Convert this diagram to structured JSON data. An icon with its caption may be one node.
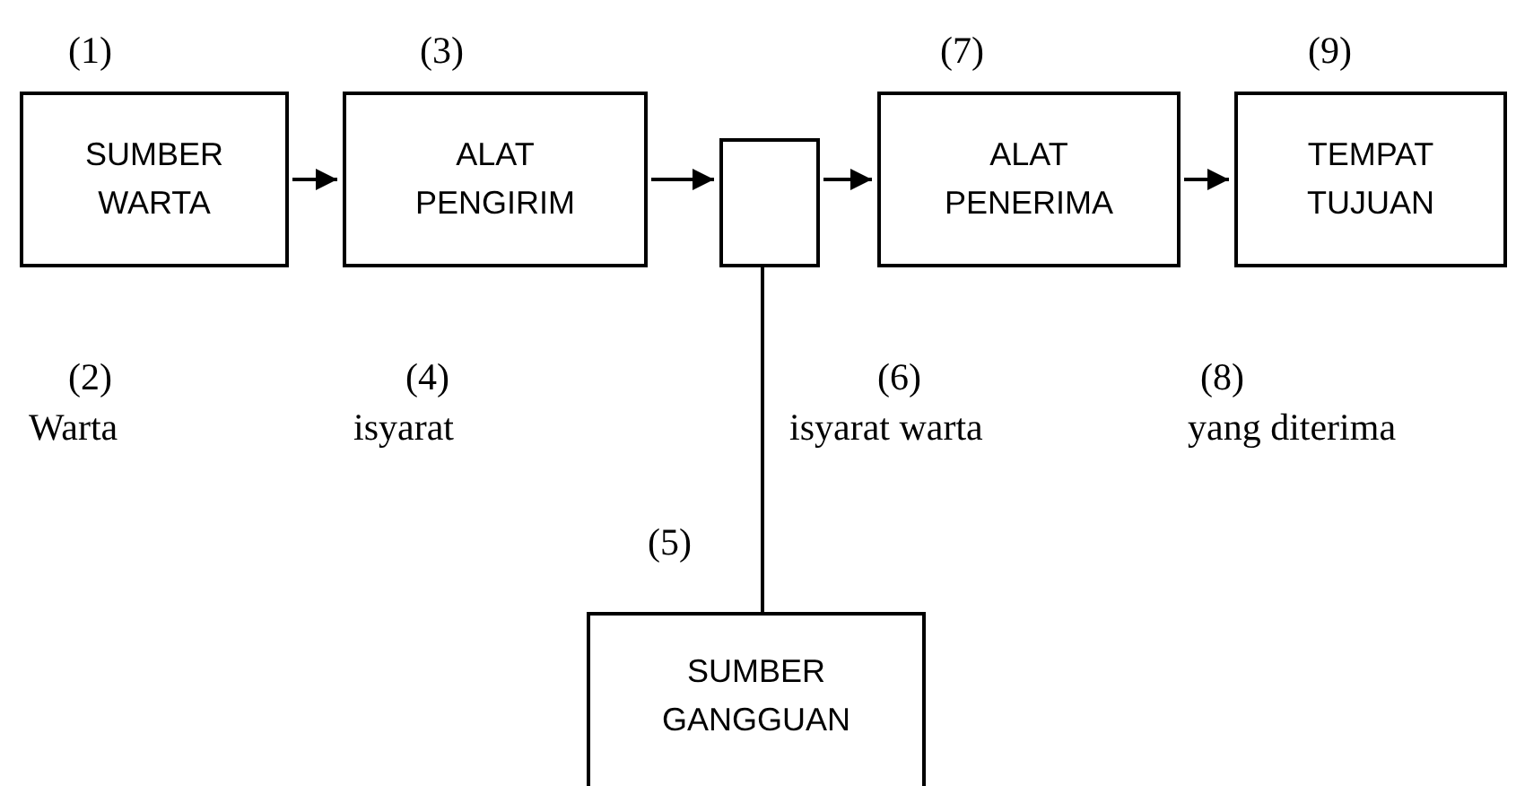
{
  "diagram": {
    "nodes": [
      {
        "text": [
          "SUMBER WARTA"
        ]
      },
      {
        "text": [
          "ALAT PENGIRIM"
        ]
      },
      {
        "text": [],
        "shape": "box"
      },
      {
        "text": [
          "ALAT PENERIMA"
        ]
      },
      {
        "text": [
          "TEMPAT TUJUAN"
        ]
      },
      {
        "text": [
          "SUMBER GANGGUAN"
        ]
      }
    ],
    "edges": [
      {
        "from": 0,
        "to": 1,
        "arrow": "to"
      },
      {
        "from": 1,
        "to": 2,
        "arrow": "to"
      },
      {
        "from": 2,
        "to": 3,
        "arrow": "to"
      },
      {
        "from": 3,
        "to": 4,
        "arrow": "to"
      },
      {
        "from": 2,
        "to": 5,
        "arrow": "none"
      }
    ],
    "labels": [
      "(1)",
      "(3)",
      "(7)",
      "(9)",
      "(2)",
      "(4)",
      "(6)",
      "(8)",
      "Warta",
      "isyarat",
      "isyarat warta",
      "yang diterima",
      "(5)"
    ]
  }
}
